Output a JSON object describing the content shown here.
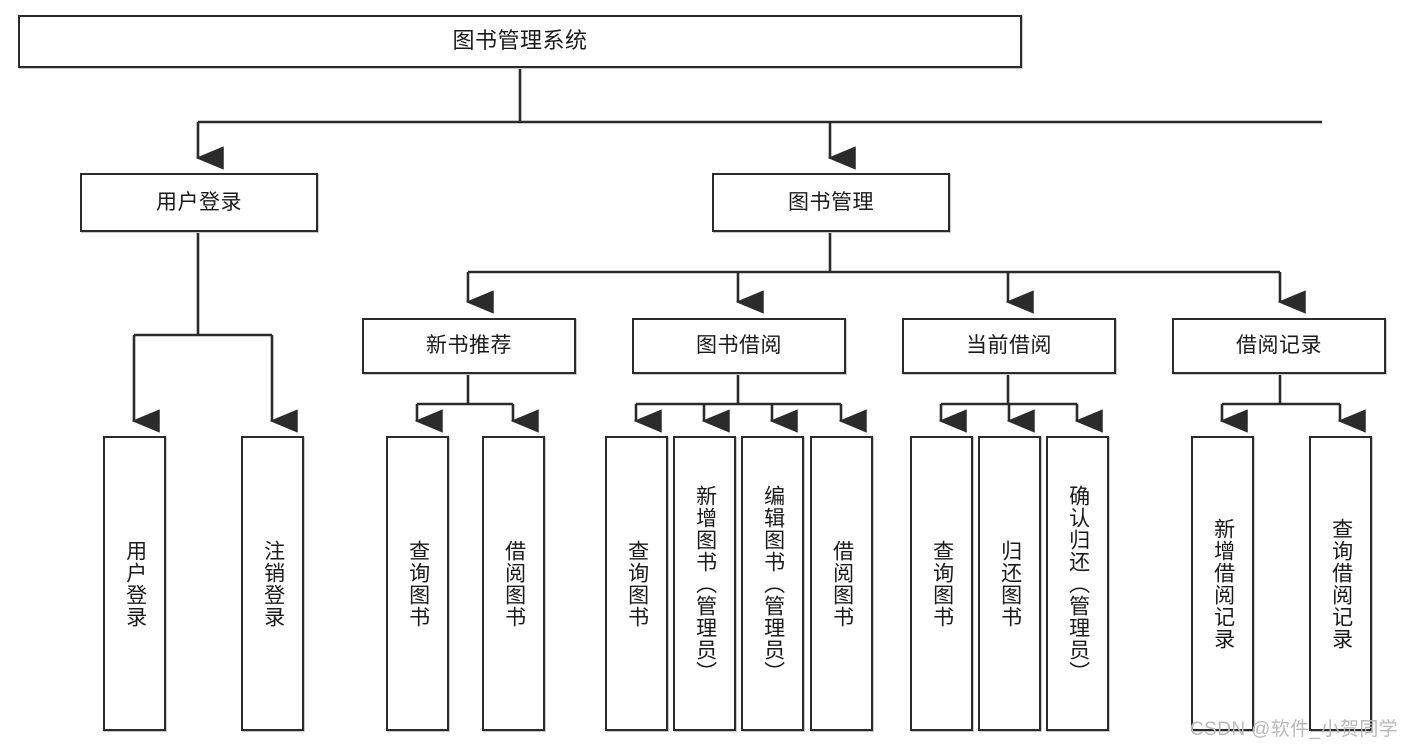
{
  "diagram": {
    "type": "tree",
    "title": "图书管理系统",
    "orientation": "top-down",
    "colors": {
      "box_border": "#2b2b2b",
      "box_fill": "#ffffff",
      "edge": "#2b2b2b",
      "watermark": "#b9b9b9",
      "background": "#ffffff"
    }
  },
  "root": {
    "label": "图书管理系统"
  },
  "level2": [
    {
      "label": "用户登录"
    },
    {
      "label": "图书管理"
    }
  ],
  "level3": [
    {
      "label": "新书推荐"
    },
    {
      "label": "图书借阅"
    },
    {
      "label": "当前借阅"
    },
    {
      "label": "借阅记录"
    }
  ],
  "leaves": {
    "user_login": [
      {
        "label": "用户登录"
      },
      {
        "label": "注销登录"
      }
    ],
    "new_book_recommend": [
      {
        "label": "查询图书"
      },
      {
        "label": "借阅图书"
      }
    ],
    "book_borrow": [
      {
        "label": "查询图书"
      },
      {
        "label": "新增图书（管理员）"
      },
      {
        "label": "编辑图书（管理员）"
      },
      {
        "label": "借阅图书"
      }
    ],
    "current_borrow": [
      {
        "label": "查询图书"
      },
      {
        "label": "归还图书"
      },
      {
        "label": "确认归还（管理员）"
      }
    ],
    "borrow_record": [
      {
        "label": "新增借阅记录"
      },
      {
        "label": "查询借阅记录"
      }
    ]
  },
  "watermark": {
    "text": "CSDN @软件_小贺同学"
  }
}
